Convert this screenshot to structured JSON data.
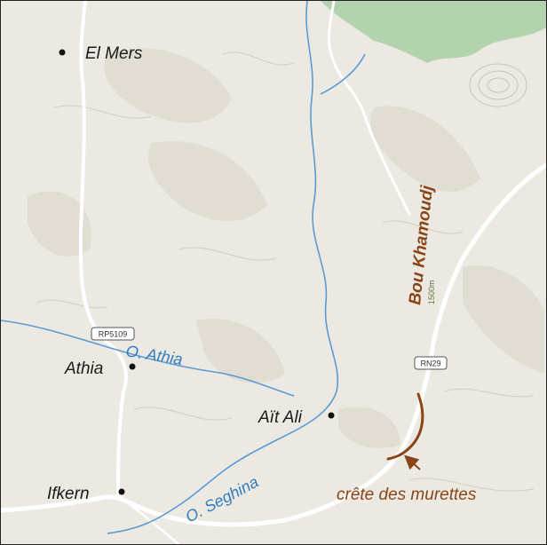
{
  "map": {
    "places": {
      "el_mers": "El Mers",
      "athia": "Athia",
      "ait_ali": "Aït Ali",
      "ifkern": "Ifkern"
    },
    "rivers": {
      "athia": "O. Athia",
      "seghina": "O. Seghina"
    },
    "ridge": {
      "name": "Bou Khamoudj",
      "elevation": "1500m"
    },
    "roads": {
      "rp": "RP5109",
      "rn": "RN29"
    },
    "annotation": "crête des murettes",
    "colors": {
      "terrain": "#ece9e2",
      "forest": "#a9cfa6",
      "river": "#5b9bd5",
      "road": "#ffffff",
      "annotation": "#8a4516"
    }
  }
}
